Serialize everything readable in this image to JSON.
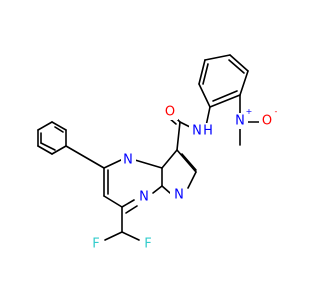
{
  "colors": {
    "carbon": "#000000",
    "nitrogen": "#0000ff",
    "oxygen": "#ff0000",
    "fluorine": "#33cccc",
    "background": "#ffffff"
  },
  "atoms": {
    "o_amide": {
      "label": "O"
    },
    "nh_amide": {
      "label": "N",
      "h": "H"
    },
    "n_nitro": {
      "label": "N",
      "charge": "+"
    },
    "o_nitro": {
      "label": "O",
      "charge": "-"
    },
    "n_ring_top": {
      "label": "N"
    },
    "n_bridge": {
      "label": "N"
    },
    "n_pyrazole": {
      "label": "N"
    },
    "f_left": {
      "label": "F"
    },
    "f_right": {
      "label": "F"
    }
  }
}
